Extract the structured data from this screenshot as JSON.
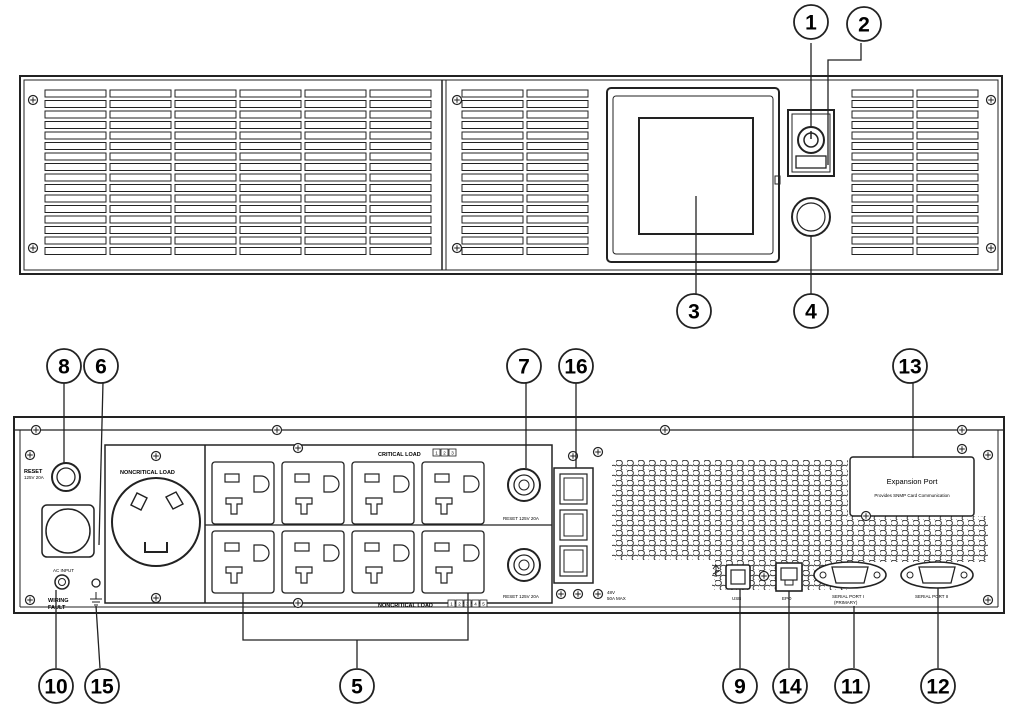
{
  "callouts": {
    "c1": "1",
    "c2": "2",
    "c3": "3",
    "c4": "4",
    "c5": "5",
    "c6": "6",
    "c7": "7",
    "c8": "8",
    "c9": "9",
    "c10": "10",
    "c11": "11",
    "c12": "12",
    "c13": "13",
    "c14": "14",
    "c15": "15",
    "c16": "16"
  },
  "rear_labels": {
    "noncritical_load": "NONCRITICAL LOAD",
    "critical_load": "CRITICAL LOAD",
    "noncritical_load_bottom": "NONCRITICAL LOAD",
    "reset_left_1": "RESET",
    "reset_left_2": "125V 20A",
    "reset_breaker_1": "RESET 125V 20A",
    "reset_breaker_2": "RESET 125V 20A",
    "ac_input": "AC INPUT",
    "wiring_fault_1": "WIRING",
    "wiring_fault_2": "FAULT",
    "usb": "USB",
    "epo": "EPO",
    "serial_port_1": "SERIAL PORT I",
    "serial_port_1_sub": "(PRIMARY)",
    "serial_port_2": "SERIAL PORT II",
    "dc_1": "48V",
    "dc_2": "50A MAX",
    "expansion_port_title": "Expansion Port",
    "expansion_port_sub": "Provides SNMP Card Communication",
    "critical_numbers": [
      "1",
      "2",
      "3"
    ],
    "noncritical_numbers": [
      "1",
      "2",
      "3",
      "4",
      "5"
    ]
  }
}
